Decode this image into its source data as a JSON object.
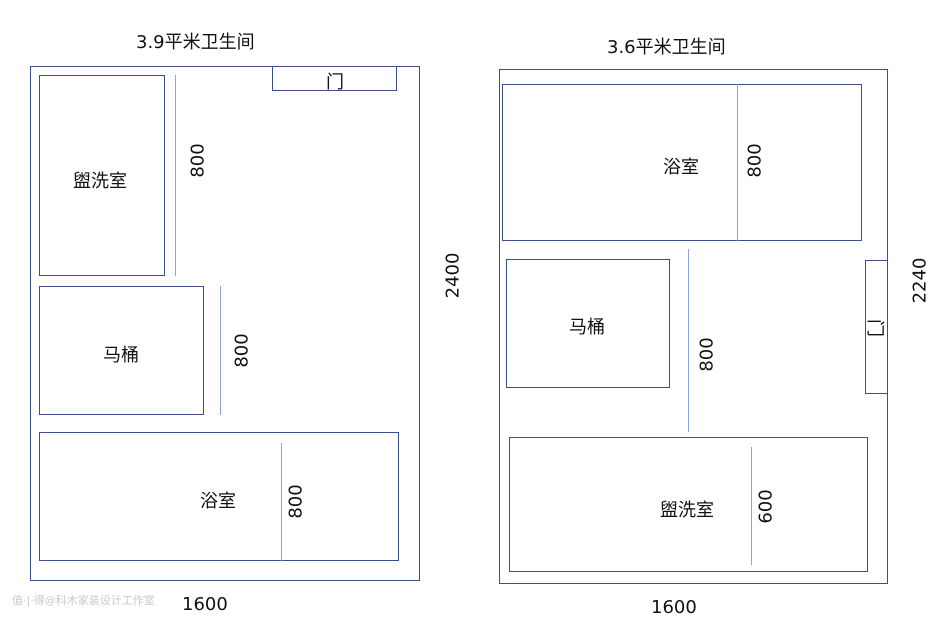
{
  "plan_left": {
    "title": "3.9平米卫生间",
    "width_dim": "1600",
    "height_dim": "2400",
    "rooms": {
      "washroom": "盥洗室",
      "toilet": "马桶",
      "bath": "浴室",
      "door": "门"
    },
    "dims": {
      "washroom": "800",
      "toilet": "800",
      "bath": "800"
    }
  },
  "plan_right": {
    "title": "3.6平米卫生间",
    "width_dim": "1600",
    "height_dim": "2240",
    "rooms": {
      "bath": "浴室",
      "toilet": "马桶",
      "washroom": "盥洗室",
      "door": "门"
    },
    "dims": {
      "bath": "800",
      "toilet": "800",
      "washroom": "600"
    }
  },
  "watermark": "值·|·得@科木家装设计工作室"
}
